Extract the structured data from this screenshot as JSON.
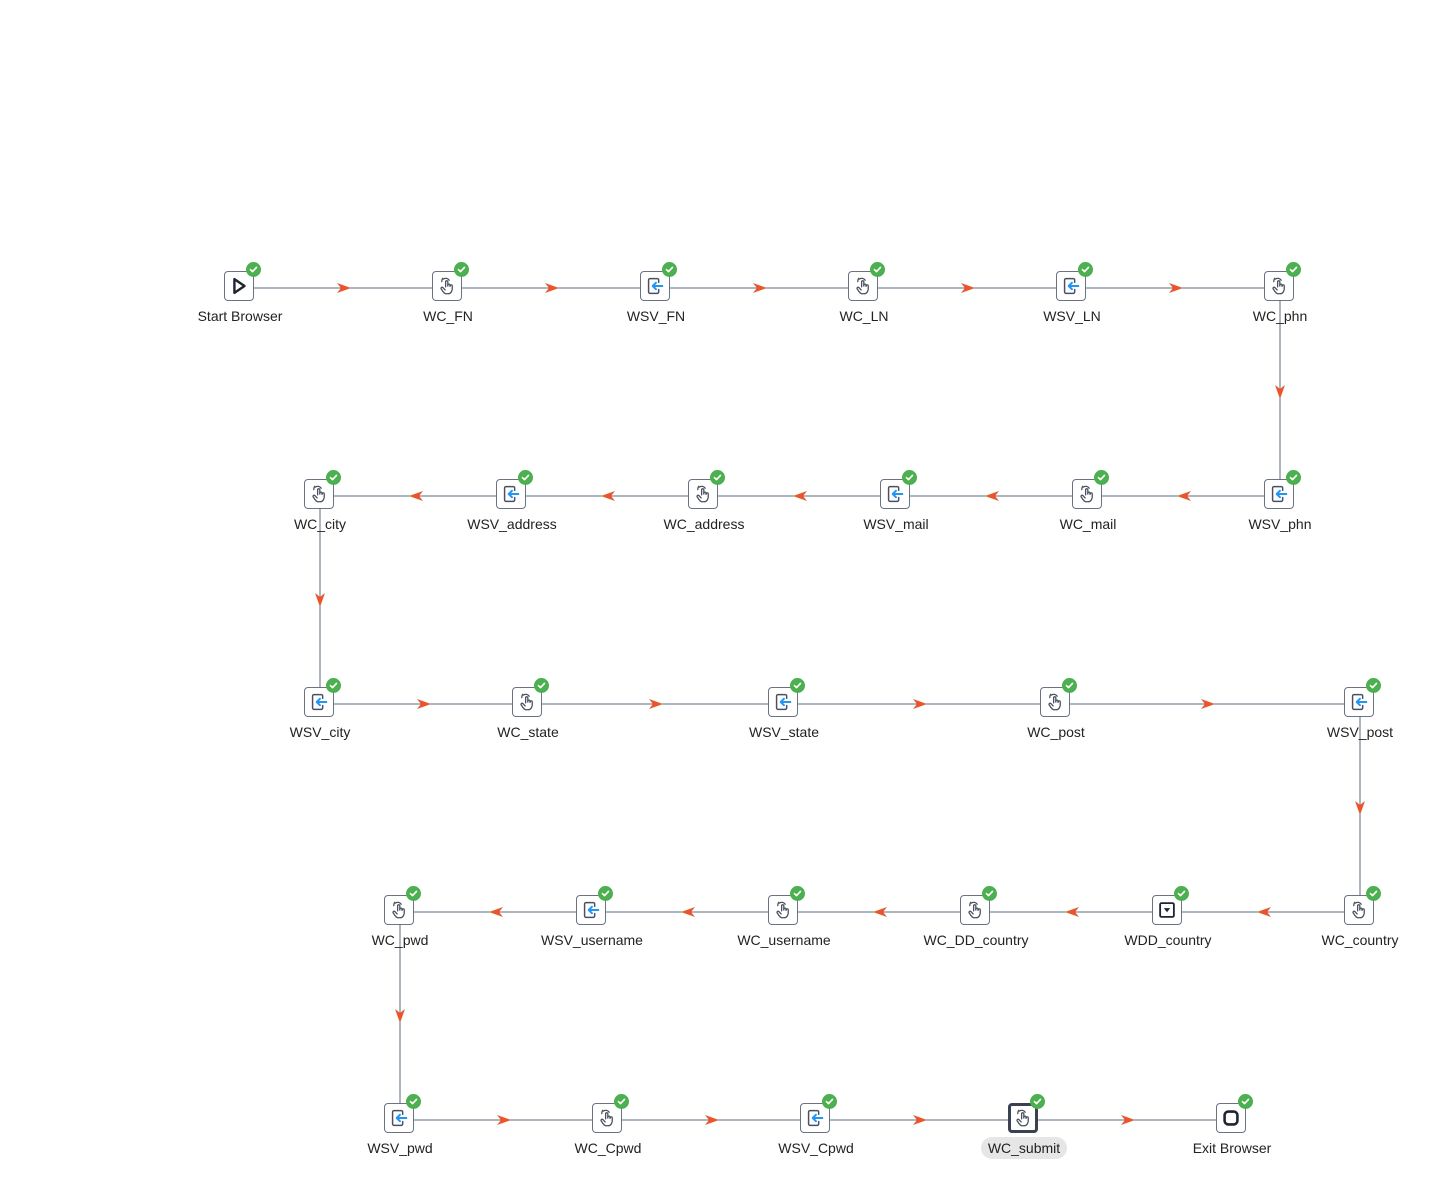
{
  "colors": {
    "connector": "#5b6b7d",
    "arrow": "#e8562a",
    "badge": "#4cb050",
    "icon_stroke": "#4a5060",
    "input_arrow": "#2196f3",
    "label": "#222222",
    "selected_label_bg": "#e6e6e6"
  },
  "nodes": [
    {
      "id": "start_browser",
      "label": "Start Browser",
      "icon": "play-icon",
      "status": "success"
    },
    {
      "id": "wc_fn",
      "label": "WC_FN",
      "icon": "hand-click-icon",
      "status": "success"
    },
    {
      "id": "wsv_fn",
      "label": "WSV_FN",
      "icon": "input-enter-icon",
      "status": "success"
    },
    {
      "id": "wc_ln",
      "label": "WC_LN",
      "icon": "hand-click-icon",
      "status": "success"
    },
    {
      "id": "wsv_ln",
      "label": "WSV_LN",
      "icon": "input-enter-icon",
      "status": "success"
    },
    {
      "id": "wc_phn",
      "label": "WC_phn",
      "icon": "hand-click-icon",
      "status": "success"
    },
    {
      "id": "wsv_phn",
      "label": "WSV_phn",
      "icon": "input-enter-icon",
      "status": "success"
    },
    {
      "id": "wc_mail",
      "label": "WC_mail",
      "icon": "hand-click-icon",
      "status": "success"
    },
    {
      "id": "wsv_mail",
      "label": "WSV_mail",
      "icon": "input-enter-icon",
      "status": "success"
    },
    {
      "id": "wc_address",
      "label": "WC_address",
      "icon": "hand-click-icon",
      "status": "success"
    },
    {
      "id": "wsv_address",
      "label": "WSV_address",
      "icon": "input-enter-icon",
      "status": "success"
    },
    {
      "id": "wc_city",
      "label": "WC_city",
      "icon": "hand-click-icon",
      "status": "success"
    },
    {
      "id": "wsv_city",
      "label": "WSV_city",
      "icon": "input-enter-icon",
      "status": "success"
    },
    {
      "id": "wc_state",
      "label": "WC_state",
      "icon": "hand-click-icon",
      "status": "success"
    },
    {
      "id": "wsv_state",
      "label": "WSV_state",
      "icon": "input-enter-icon",
      "status": "success"
    },
    {
      "id": "wc_post",
      "label": "WC_post",
      "icon": "hand-click-icon",
      "status": "success"
    },
    {
      "id": "wsv_post",
      "label": "WSV_post",
      "icon": "input-enter-icon",
      "status": "success"
    },
    {
      "id": "wc_country",
      "label": "WC_country",
      "icon": "hand-click-icon",
      "status": "success"
    },
    {
      "id": "wdd_country",
      "label": "WDD_country",
      "icon": "dropdown-icon",
      "status": "success"
    },
    {
      "id": "wc_dd_country",
      "label": "WC_DD_country",
      "icon": "hand-click-icon",
      "status": "success"
    },
    {
      "id": "wc_username",
      "label": "WC_username",
      "icon": "hand-click-icon",
      "status": "success"
    },
    {
      "id": "wsv_username",
      "label": "WSV_username",
      "icon": "input-enter-icon",
      "status": "success"
    },
    {
      "id": "wc_pwd",
      "label": "WC_pwd",
      "icon": "hand-click-icon",
      "status": "success"
    },
    {
      "id": "wsv_pwd",
      "label": "WSV_pwd",
      "icon": "input-enter-icon",
      "status": "success"
    },
    {
      "id": "wc_cpwd",
      "label": "WC_Cpwd",
      "icon": "hand-click-icon",
      "status": "success"
    },
    {
      "id": "wsv_cpwd",
      "label": "WSV_Cpwd",
      "icon": "input-enter-icon",
      "status": "success"
    },
    {
      "id": "wc_submit",
      "label": "WC_submit",
      "icon": "hand-click-icon",
      "status": "success",
      "selected": true
    },
    {
      "id": "exit_browser",
      "label": "Exit Browser",
      "icon": "stop-icon",
      "status": "success"
    }
  ]
}
